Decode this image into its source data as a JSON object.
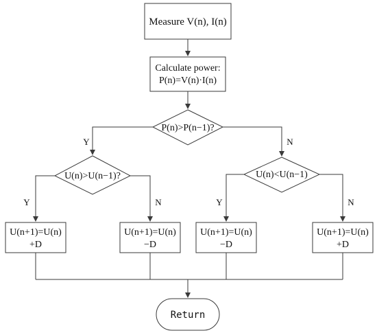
{
  "diagram": {
    "measure": "Measure V(n), I(n)",
    "calculate": {
      "line1": "Calculate power:",
      "line2": "P(n)=V(n)·I(n)"
    },
    "decision_power": "P(n)>P(n−1)?",
    "decision_left": "U(n)>U(n−1)?",
    "decision_right": "U(n)<U(n−1)",
    "branch_y": "Y",
    "branch_n": "N",
    "box_ll": {
      "line1": "U(n+1)=U(n)",
      "line2": "+D"
    },
    "box_lr": {
      "line1": "U(n+1)=U(n)",
      "line2": "−D"
    },
    "box_rl": {
      "line1": "U(n+1)=U(n)",
      "line2": "−D"
    },
    "box_rr": {
      "line1": "U(n+1)=U(n)",
      "line2": "+D"
    },
    "return": "Return"
  },
  "colors": {
    "stroke": "#3a3a3a",
    "text": "#111111",
    "background": "#ffffff"
  }
}
